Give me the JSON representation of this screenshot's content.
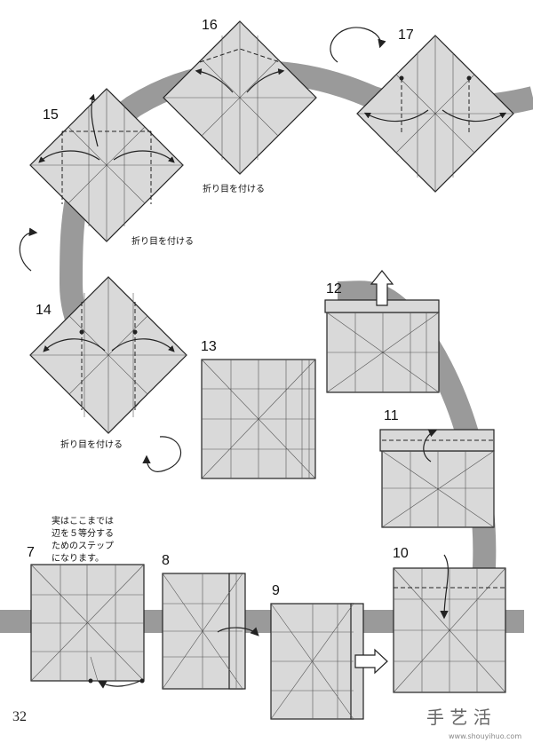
{
  "steps": [
    {
      "id": "step-7",
      "label": "7"
    },
    {
      "id": "step-8",
      "label": "8"
    },
    {
      "id": "step-9",
      "label": "9"
    },
    {
      "id": "step-10",
      "label": "10"
    },
    {
      "id": "step-11",
      "label": "11"
    },
    {
      "id": "step-12",
      "label": "12"
    },
    {
      "id": "step-13",
      "label": "13"
    },
    {
      "id": "step-14",
      "label": "14"
    },
    {
      "id": "step-15",
      "label": "15"
    },
    {
      "id": "step-16",
      "label": "16"
    },
    {
      "id": "step-17",
      "label": "17"
    }
  ],
  "captions": {
    "crease_16": "折り目を付ける",
    "crease_15": "折り目を付ける",
    "crease_14": "折り目を付ける",
    "note_line1": "実はここまでは",
    "note_line2": "辺を５等分する",
    "note_line3": "ためのステップ",
    "note_line4": "になります。"
  },
  "page_number": "32",
  "watermark": {
    "logo": "手 艺 活",
    "url": "www.shouyihuo.com"
  }
}
